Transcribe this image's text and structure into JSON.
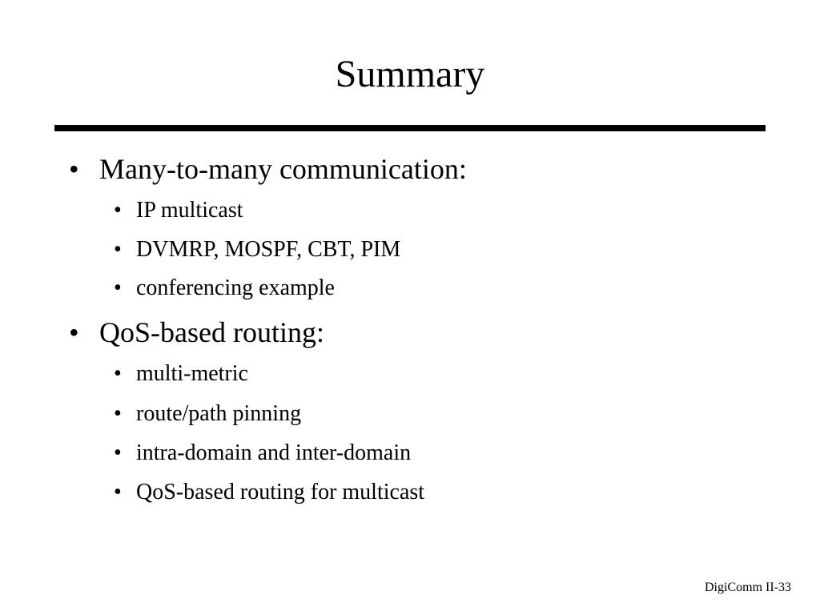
{
  "slide": {
    "title": "Summary",
    "bullet_glyph": "•",
    "sections": [
      {
        "label": "Many-to-many communication:",
        "items": [
          "IP multicast",
          "DVMRP, MOSPF, CBT, PIM",
          "conferencing example"
        ]
      },
      {
        "label": "QoS-based routing:",
        "items": [
          "multi-metric",
          "route/path pinning",
          "intra-domain and inter-domain",
          "QoS-based routing for multicast"
        ]
      }
    ],
    "footer": "DigiComm II-33"
  }
}
